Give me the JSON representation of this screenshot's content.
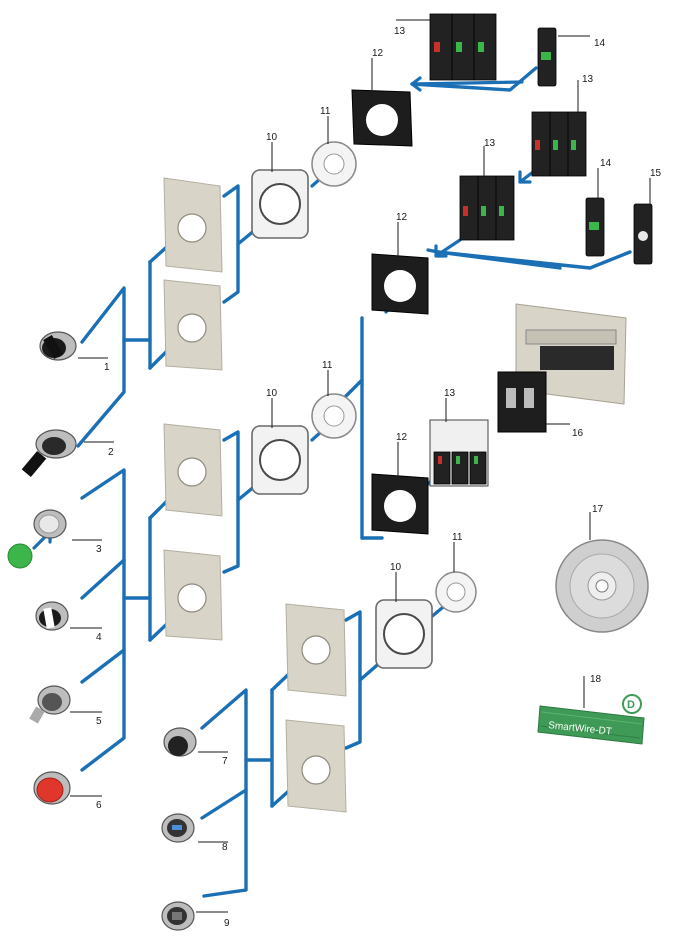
{
  "callouts": {
    "n1": "1",
    "n2": "2",
    "n3": "3",
    "n4": "4",
    "n5": "5",
    "n6": "6",
    "n7": "7",
    "n8": "8",
    "n9": "9",
    "n10a": "10",
    "n10b": "10",
    "n10c": "10",
    "n11a": "11",
    "n11b": "11",
    "n11c": "11",
    "n12a": "12",
    "n12b": "12",
    "n12c": "12",
    "n13a": "13",
    "n13b": "13",
    "n13c": "13",
    "n13d": "13",
    "n14a": "14",
    "n14b": "14",
    "n15": "15",
    "n16": "16",
    "n17": "17",
    "n18": "18"
  },
  "smartwire_label": "SmartWire-DT",
  "colors": {
    "connector": "#1b6fb5",
    "mounting_plate": "#d8d4c7",
    "indicator_green": "#3cb54a",
    "pushbutton_red": "#e0362b",
    "smartwire_green": "#3e9a56"
  }
}
